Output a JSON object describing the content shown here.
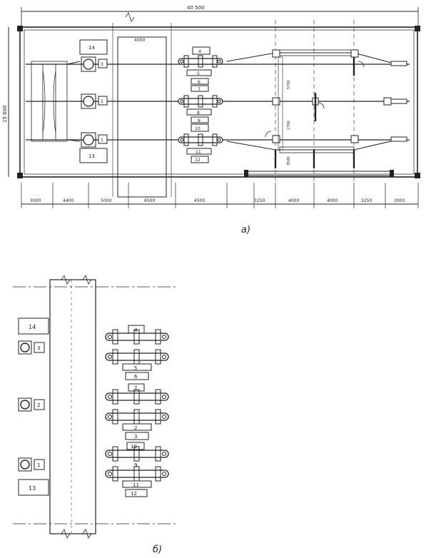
{
  "plan_a": {
    "caption": "а)",
    "overall_length": "40 500",
    "overall_width": "15 600",
    "dims_bottom": [
      "3000",
      "4400",
      "5000",
      "6500",
      "4500",
      "3250",
      "4000",
      "4000",
      "3250",
      "3000"
    ],
    "dim_top_left": "4000",
    "dims_right": [
      "5700",
      "2700",
      "3500"
    ],
    "labels": {
      "t14": "14",
      "t13": "13",
      "t3": "3",
      "t2": "2",
      "t1": "1",
      "t4": "4",
      "t5": "5",
      "t6": "6",
      "t7": "7",
      "t8": "8",
      "t9": "9",
      "t10": "10",
      "t11": "11",
      "t12": "12"
    }
  },
  "plan_b": {
    "caption": "б)",
    "labels": {
      "t14": "14",
      "t13": "13",
      "t3": "3",
      "t2": "2",
      "t1": "1",
      "t4": "4",
      "t6": "6",
      "t5": "5",
      "t7": "7",
      "t3b": "3",
      "t2b": "2",
      "t10": "10",
      "t9": "9",
      "t11": "11",
      "t12": "12"
    }
  }
}
